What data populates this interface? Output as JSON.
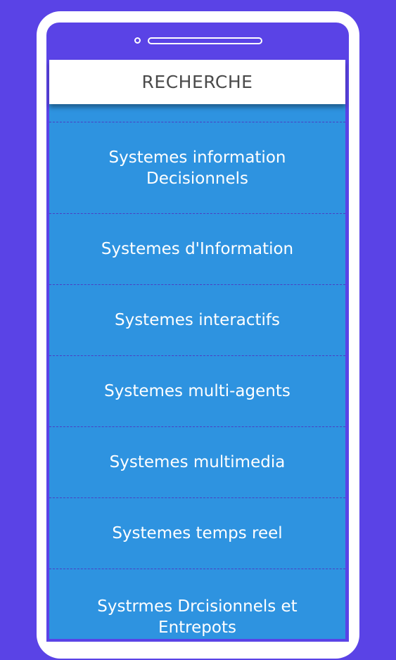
{
  "header": {
    "title": "RECHERCHE"
  },
  "list": {
    "items": [
      {
        "label": "Systemes information Decisionnels"
      },
      {
        "label": "Systemes d'Information"
      },
      {
        "label": "Systemes interactifs"
      },
      {
        "label": "Systemes multi-agents"
      },
      {
        "label": "Systemes multimedia"
      },
      {
        "label": "Systemes temps reel"
      },
      {
        "label": "Systrmes Drcisionnels et Entrepots"
      }
    ]
  },
  "colors": {
    "background": "#5a43e6",
    "header_bg": "#ffffff",
    "list_bg": "#2e93e0",
    "item_text": "#ffffff",
    "divider": "#4a3fc4"
  }
}
